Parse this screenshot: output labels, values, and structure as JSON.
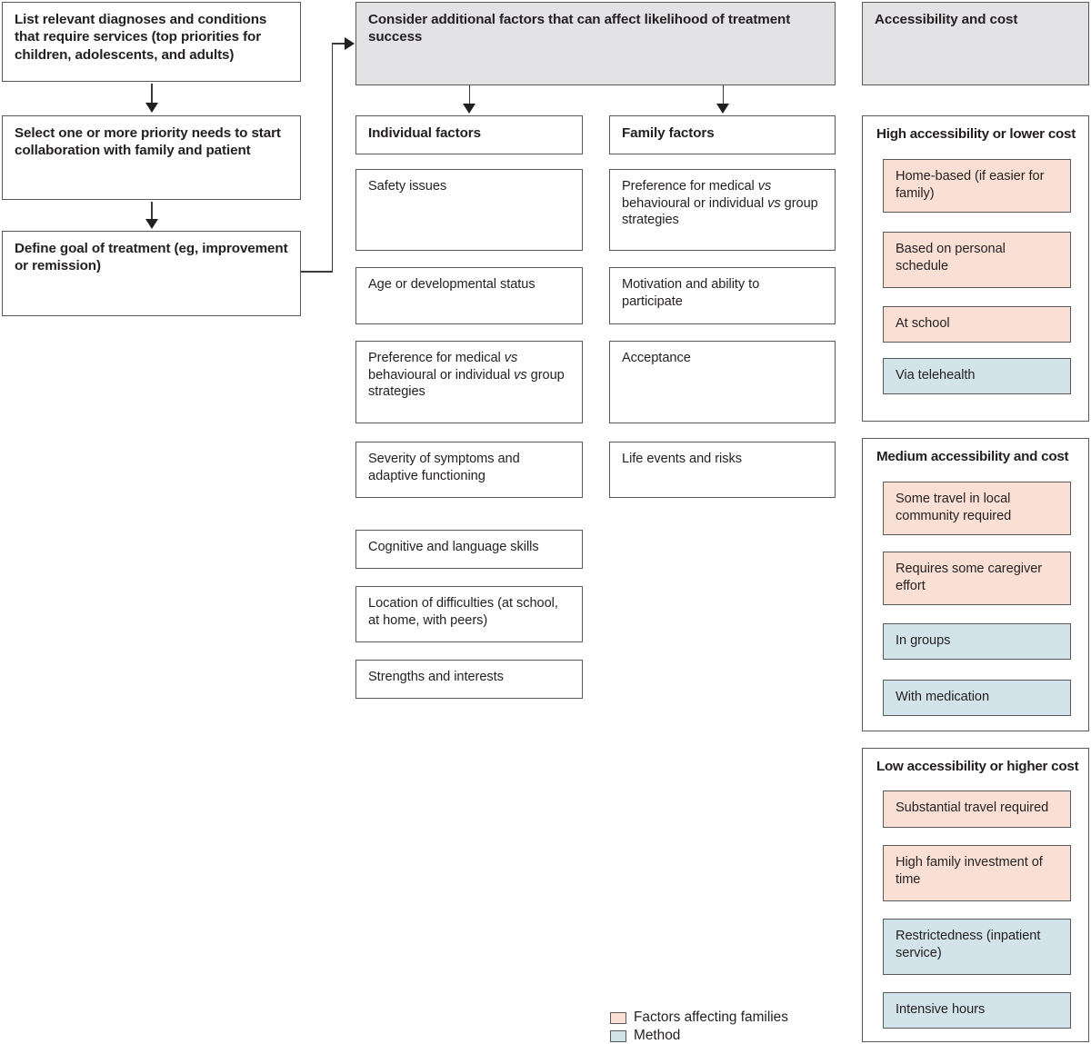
{
  "figure": {
    "title": "Treatment planning: priorities, factors, and accessibility",
    "colors": {
      "header_grey": "#e3e3e5",
      "families_peach": "#fae0d4",
      "method_blue": "#d2e4ea",
      "border": "#58595b",
      "text": "#231f20"
    }
  },
  "left_flow": {
    "steps": [
      {
        "label": "List relevant diagnoses and conditions that require services (top priorities for children, adolescents, and adults)"
      },
      {
        "label": "Select one or more priority needs to start collaboration with family and patient"
      },
      {
        "label": "Define goal of treatment (eg, improvement or remission)"
      }
    ]
  },
  "middle": {
    "header": "Consider additional factors that can affect likelihood of treatment success",
    "columns": [
      {
        "heading": "Individual factors",
        "items": [
          {
            "text": "Safety issues"
          },
          {
            "text": "Age or developmental status"
          },
          {
            "text_pre": "Preference for medical ",
            "vs1": "vs",
            "text_mid": " behavioural or individual ",
            "vs2": "vs",
            "text_post": " group strategies",
            "text": "Preference for medical vs behavioural or individual vs group strategies"
          },
          {
            "text": "Severity of symptoms and adaptive functioning"
          },
          {
            "text": "Cognitive and language skills"
          },
          {
            "text": "Location of difficulties (at school, at home, with peers)"
          },
          {
            "text": "Strengths and interests"
          }
        ]
      },
      {
        "heading": "Family factors",
        "items": [
          {
            "text_pre": "Preference for medical ",
            "vs1": "vs",
            "text_mid": " behavioural or individual ",
            "vs2": "vs",
            "text_post": " group strategies",
            "text": "Preference for medical vs behavioural or individual vs group strategies"
          },
          {
            "text": "Motivation and ability to participate"
          },
          {
            "text": "Acceptance"
          },
          {
            "text": "Life events and risks"
          }
        ]
      }
    ]
  },
  "right": {
    "header": "Accessibility and cost",
    "panels": [
      {
        "title": "High accessibility or lower cost",
        "items": [
          {
            "text": "Home-based (if easier for family)",
            "category": "families"
          },
          {
            "text": "Based on personal schedule",
            "category": "families"
          },
          {
            "text": "At school",
            "category": "families"
          },
          {
            "text": "Via telehealth",
            "category": "method"
          }
        ]
      },
      {
        "title": "Medium accessibility and cost",
        "items": [
          {
            "text": "Some travel in local community required",
            "category": "families"
          },
          {
            "text": "Requires some caregiver effort",
            "category": "families"
          },
          {
            "text": "In groups",
            "category": "method"
          },
          {
            "text": "With medication",
            "category": "method"
          }
        ]
      },
      {
        "title": "Low accessibility or higher cost",
        "items": [
          {
            "text": "Substantial travel required",
            "category": "families"
          },
          {
            "text": "High family investment of time",
            "category": "families"
          },
          {
            "text": "Restrictedness (inpatient service)",
            "category": "method"
          },
          {
            "text": "Intensive hours",
            "category": "method"
          }
        ]
      }
    ]
  },
  "legend": {
    "entries": [
      {
        "label": "Factors affecting families",
        "swatch": "peach"
      },
      {
        "label": "Method",
        "swatch": "blue"
      }
    ]
  }
}
